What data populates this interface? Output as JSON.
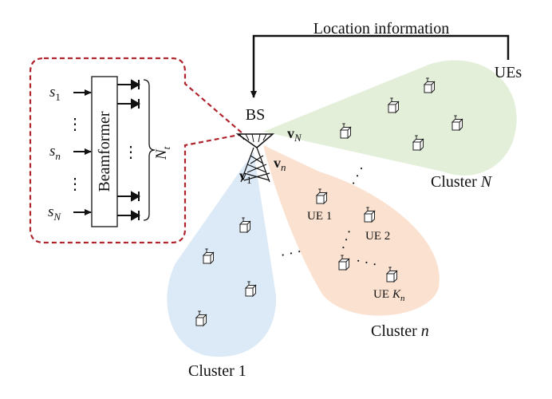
{
  "top_label": "Location information",
  "ues_label": "UEs",
  "bs_label": "BS",
  "beamformer": {
    "label": "Beamformer",
    "inputs": [
      {
        "base": "s",
        "sub": "1"
      },
      {
        "base": "s",
        "sub": "n"
      },
      {
        "base": "s",
        "sub": "N"
      }
    ],
    "antenna_label": {
      "base": "N",
      "sub": "t"
    },
    "dots_vertical": "⋮",
    "dots_antennas": "⋮"
  },
  "beams": {
    "v1": {
      "base": "v",
      "sub": "1"
    },
    "vn": {
      "base": "v",
      "sub": "n"
    },
    "vN": {
      "base": "v",
      "sub": "N"
    }
  },
  "clusters": {
    "cluster1": {
      "word": "Cluster",
      "index": "1",
      "index_italic": false
    },
    "clustern": {
      "word": "Cluster",
      "index": "n",
      "index_italic": true
    },
    "clusterN": {
      "word": "Cluster",
      "index": "N",
      "index_italic": true
    }
  },
  "ue_labels": {
    "ue1": "UE 1",
    "ue2": "UE 2",
    "ueK": {
      "base": "UE",
      "k": "K",
      "sub": "n"
    }
  },
  "ellipses": {
    "between_clusters_1_n": "· · ·",
    "between_clusters_n_N": "· · ·",
    "between_ue2_ueK": "· · ·",
    "between_ue_row": "· · ·"
  },
  "colors": {
    "cluster1_fill": "#dce9f7",
    "clustern_fill": "#fbe1cf",
    "clusterN_fill": "#e3efd9",
    "callout_stroke": "#b0242c",
    "ink": "#111111"
  }
}
